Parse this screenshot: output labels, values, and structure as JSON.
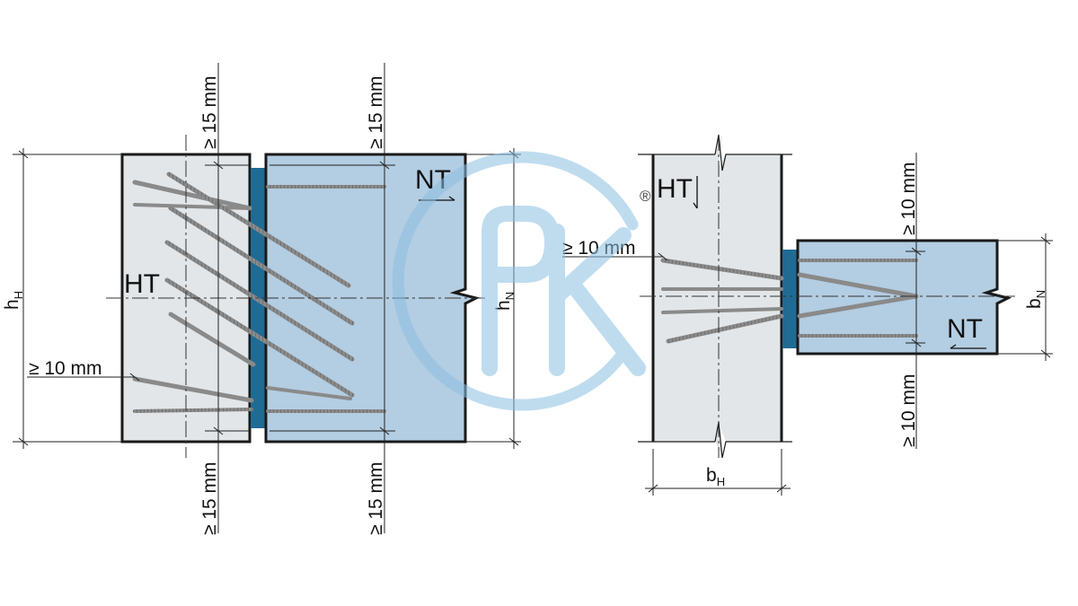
{
  "colors": {
    "main_beam": "#e2e6e9",
    "secondary_beam": "#b3cde2",
    "bearing": "#1f6b94",
    "outline": "#1a1a1a",
    "screw": "#8a8a8a",
    "watermark": "#8cc0e3"
  },
  "left_view": {
    "main_beam_label": "HT",
    "secondary_beam_label": "NT",
    "height_main": {
      "base": "h",
      "sub": "H"
    },
    "height_secondary": {
      "base": "h",
      "sub": "N"
    },
    "min_top_main": "≥ 15 mm",
    "min_top_secondary": "≥ 15 mm",
    "min_bottom_main": "≥ 15 mm",
    "min_bottom_secondary": "≥ 15 mm",
    "min_edge": "≥ 10 mm"
  },
  "right_view": {
    "main_beam_label": "HT",
    "secondary_beam_label": "NT",
    "width_main": {
      "base": "b",
      "sub": "H"
    },
    "width_secondary": {
      "base": "b",
      "sub": "N"
    },
    "min_top": "≥ 10 mm",
    "min_bottom": "≥ 10 mm",
    "min_edge": "≥ 10 mm"
  },
  "watermark": {
    "registered": "®"
  }
}
